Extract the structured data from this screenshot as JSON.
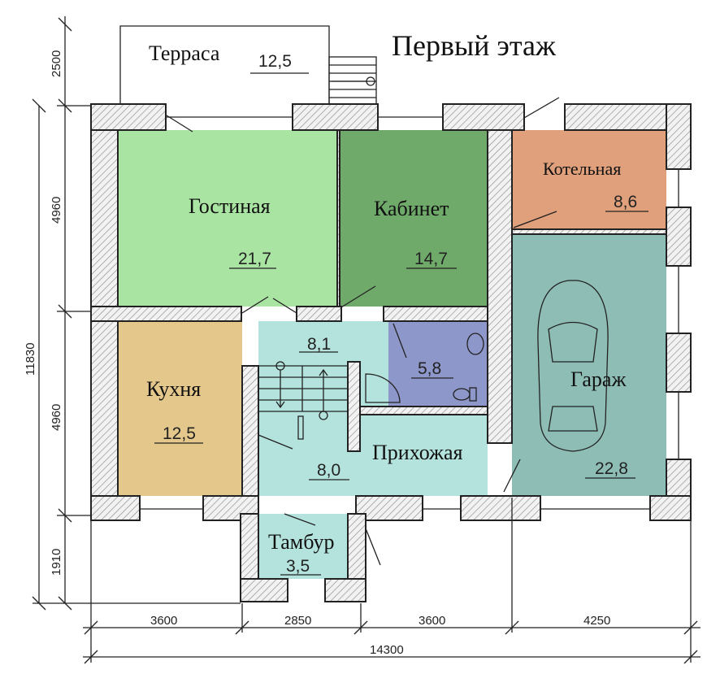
{
  "title": "Первый этаж",
  "rooms": {
    "terrace": {
      "name": "Терраса",
      "area": "12,5"
    },
    "living": {
      "name": "Гостиная",
      "area": "21,7",
      "color": "#a9e4a2"
    },
    "study": {
      "name": "Кабинет",
      "area": "14,7",
      "color": "#6faa6b"
    },
    "boiler": {
      "name": "Котельная",
      "area": "8,6",
      "color": "#e0a07b"
    },
    "garage": {
      "name": "Гараж",
      "area": "22,8",
      "color": "#8ebdb6"
    },
    "kitchen": {
      "name": "Кухня",
      "area": "12,5",
      "color": "#e3c78b"
    },
    "hall_upper": {
      "area": "8,1",
      "color": "#b4e2dc"
    },
    "bathroom": {
      "area": "5,8",
      "color": "#8e97c9"
    },
    "hallway": {
      "name": "Прихожая",
      "area": "8,0",
      "color": "#b4e2dc"
    },
    "vestibule": {
      "name": "Тамбур",
      "area": "3,5",
      "color": "#b4e2dc"
    }
  },
  "dimensions": {
    "left": [
      "2500",
      "4960",
      "4960",
      "1910"
    ],
    "left_total": "11830",
    "bottom": [
      "3600",
      "2850",
      "3600",
      "4250"
    ],
    "bottom_total": "14300"
  }
}
